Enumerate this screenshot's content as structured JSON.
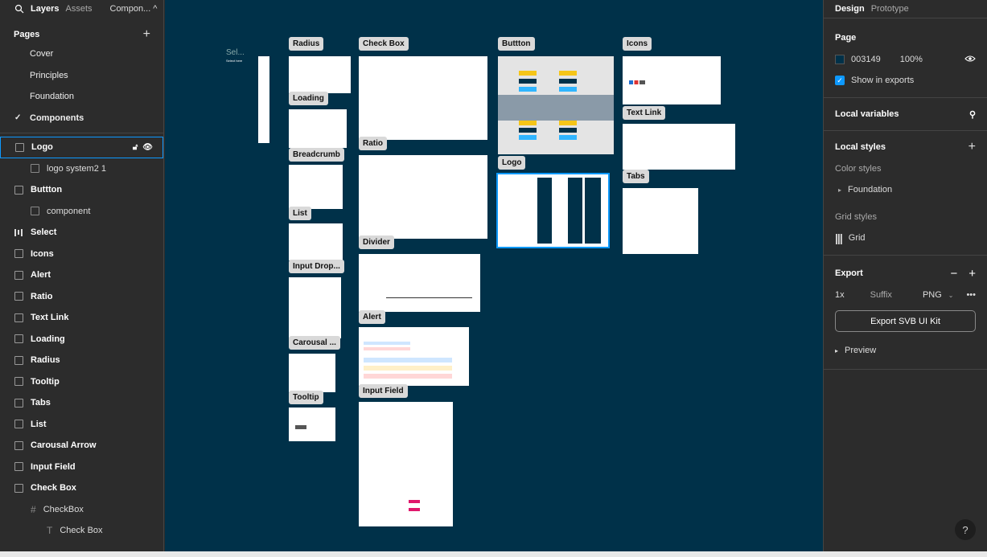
{
  "left_panel": {
    "tabs": {
      "layers": "Layers",
      "assets": "Assets",
      "page": "Compon... ^"
    },
    "pages_title": "Pages",
    "pages": [
      "Cover",
      "Principles",
      "Foundation",
      "Components"
    ],
    "layers": [
      {
        "label": "Logo",
        "type": "frame"
      },
      {
        "label": "logo system2 1",
        "type": "image"
      },
      {
        "label": "Buttton",
        "type": "frame"
      },
      {
        "label": "component",
        "type": "image"
      },
      {
        "label": "Select",
        "type": "bars"
      },
      {
        "label": "Icons",
        "type": "frame"
      },
      {
        "label": "Alert",
        "type": "frame"
      },
      {
        "label": "Ratio",
        "type": "frame"
      },
      {
        "label": "Text Link",
        "type": "frame"
      },
      {
        "label": "Loading",
        "type": "frame"
      },
      {
        "label": "Radius",
        "type": "frame"
      },
      {
        "label": "Tooltip",
        "type": "frame"
      },
      {
        "label": "Tabs",
        "type": "frame"
      },
      {
        "label": "List",
        "type": "frame"
      },
      {
        "label": "Carousal Arrow",
        "type": "frame"
      },
      {
        "label": "Input Field",
        "type": "frame"
      },
      {
        "label": "Check Box",
        "type": "frame"
      },
      {
        "label": "CheckBox",
        "type": "component"
      },
      {
        "label": "Check Box",
        "type": "text"
      }
    ]
  },
  "canvas": {
    "background": "#003149",
    "labels": {
      "select": "Sel...",
      "select_here": "Select here",
      "radius": "Radius",
      "loading": "Loading",
      "breadcrumb": "Breadcrumb",
      "list": "List",
      "input_drop": "Input Drop...",
      "carousal": "Carousal ...",
      "tooltip": "Tooltip",
      "checkbox": "Check Box",
      "ratio": "Ratio",
      "divider": "Divider",
      "alert": "Alert",
      "input_field": "Input Field",
      "button": "Buttton",
      "logo": "Logo",
      "icons": "Icons",
      "text_link": "Text Link",
      "tabs": "Tabs"
    }
  },
  "right_panel": {
    "tabs": {
      "design": "Design",
      "prototype": "Prototype"
    },
    "page_title": "Page",
    "page_color": "003149",
    "page_opacity": "100%",
    "show_in_exports": "Show in exports",
    "local_variables": "Local variables",
    "local_styles": "Local styles",
    "color_styles": "Color styles",
    "foundation": "Foundation",
    "grid_styles": "Grid styles",
    "grid": "Grid",
    "export_title": "Export",
    "export_scale": "1x",
    "export_suffix": "Suffix",
    "export_format": "PNG",
    "export_button": "Export SVB UI Kit",
    "preview": "Preview",
    "help": "?"
  }
}
